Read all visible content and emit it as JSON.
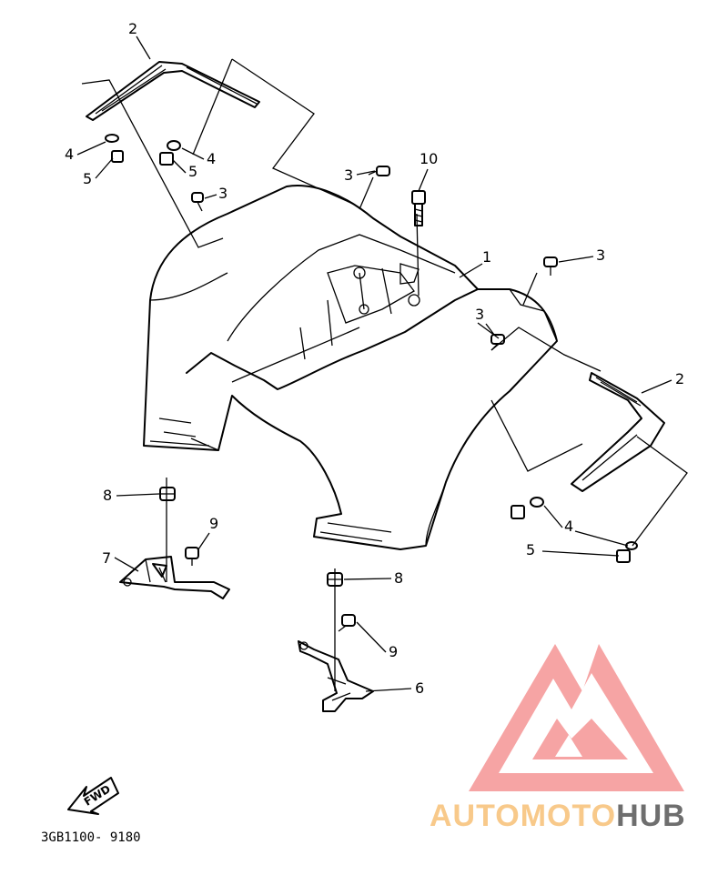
{
  "callouts": {
    "c1": "1",
    "c2a": "2",
    "c2b": "2",
    "c3a": "3",
    "c3b": "3",
    "c3c": "3",
    "c3d": "3",
    "c4a": "4",
    "c4b": "4",
    "c4c": "4",
    "c5a": "5",
    "c5b": "5",
    "c5c": "5",
    "c6": "6",
    "c7": "7",
    "c8a": "8",
    "c8b": "8",
    "c9a": "9",
    "c9b": "9",
    "c10": "10"
  },
  "fwd_label": "FWD",
  "part_code": "3GB1100- 9180",
  "watermark": {
    "brand_part1": "AUTOMOTO",
    "brand_part2": "HUB",
    "color_part1": "#f8c98a",
    "color_part2": "#6e6e6e",
    "logo_color": "#f59a9a"
  }
}
